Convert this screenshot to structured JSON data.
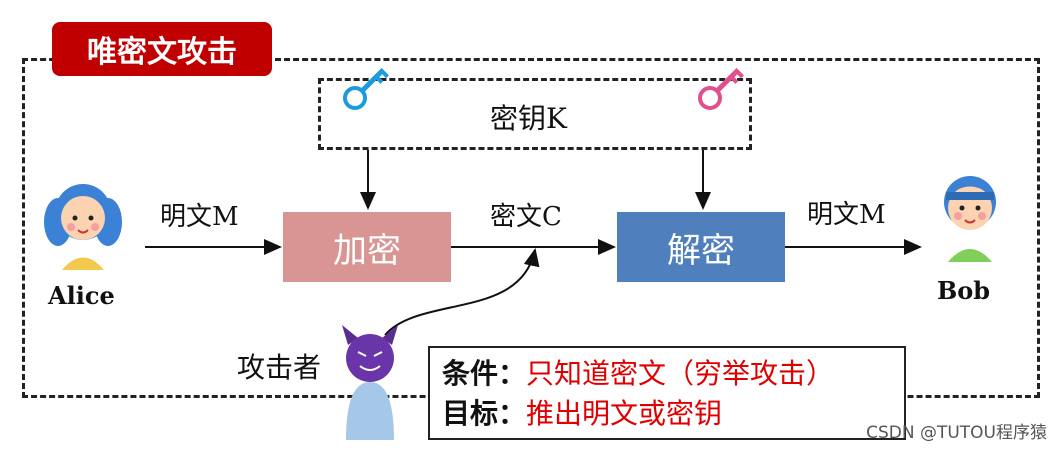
{
  "title": "唯密文攻击",
  "key": {
    "label": "密钥K"
  },
  "encrypt": {
    "label": "加密"
  },
  "decrypt": {
    "label": "解密"
  },
  "flow": {
    "plaintext_in": "明文M",
    "ciphertext": "密文C",
    "plaintext_out": "明文M"
  },
  "actors": {
    "alice": "Alice",
    "bob": "Bob",
    "attacker": "攻击者"
  },
  "info": {
    "condition_label": "条件：",
    "condition_value": "只知道密文（穷举攻击）",
    "goal_label": "目标：",
    "goal_value": "推出明文或密钥"
  },
  "watermark": "CSDN @TUTOU程序猿",
  "colors": {
    "title_bg": "#c00000",
    "encrypt": "#d99494",
    "decrypt": "#4f80bd",
    "key_left": "#1e9be0",
    "key_right": "#e0508f",
    "highlight": "#e00000"
  }
}
